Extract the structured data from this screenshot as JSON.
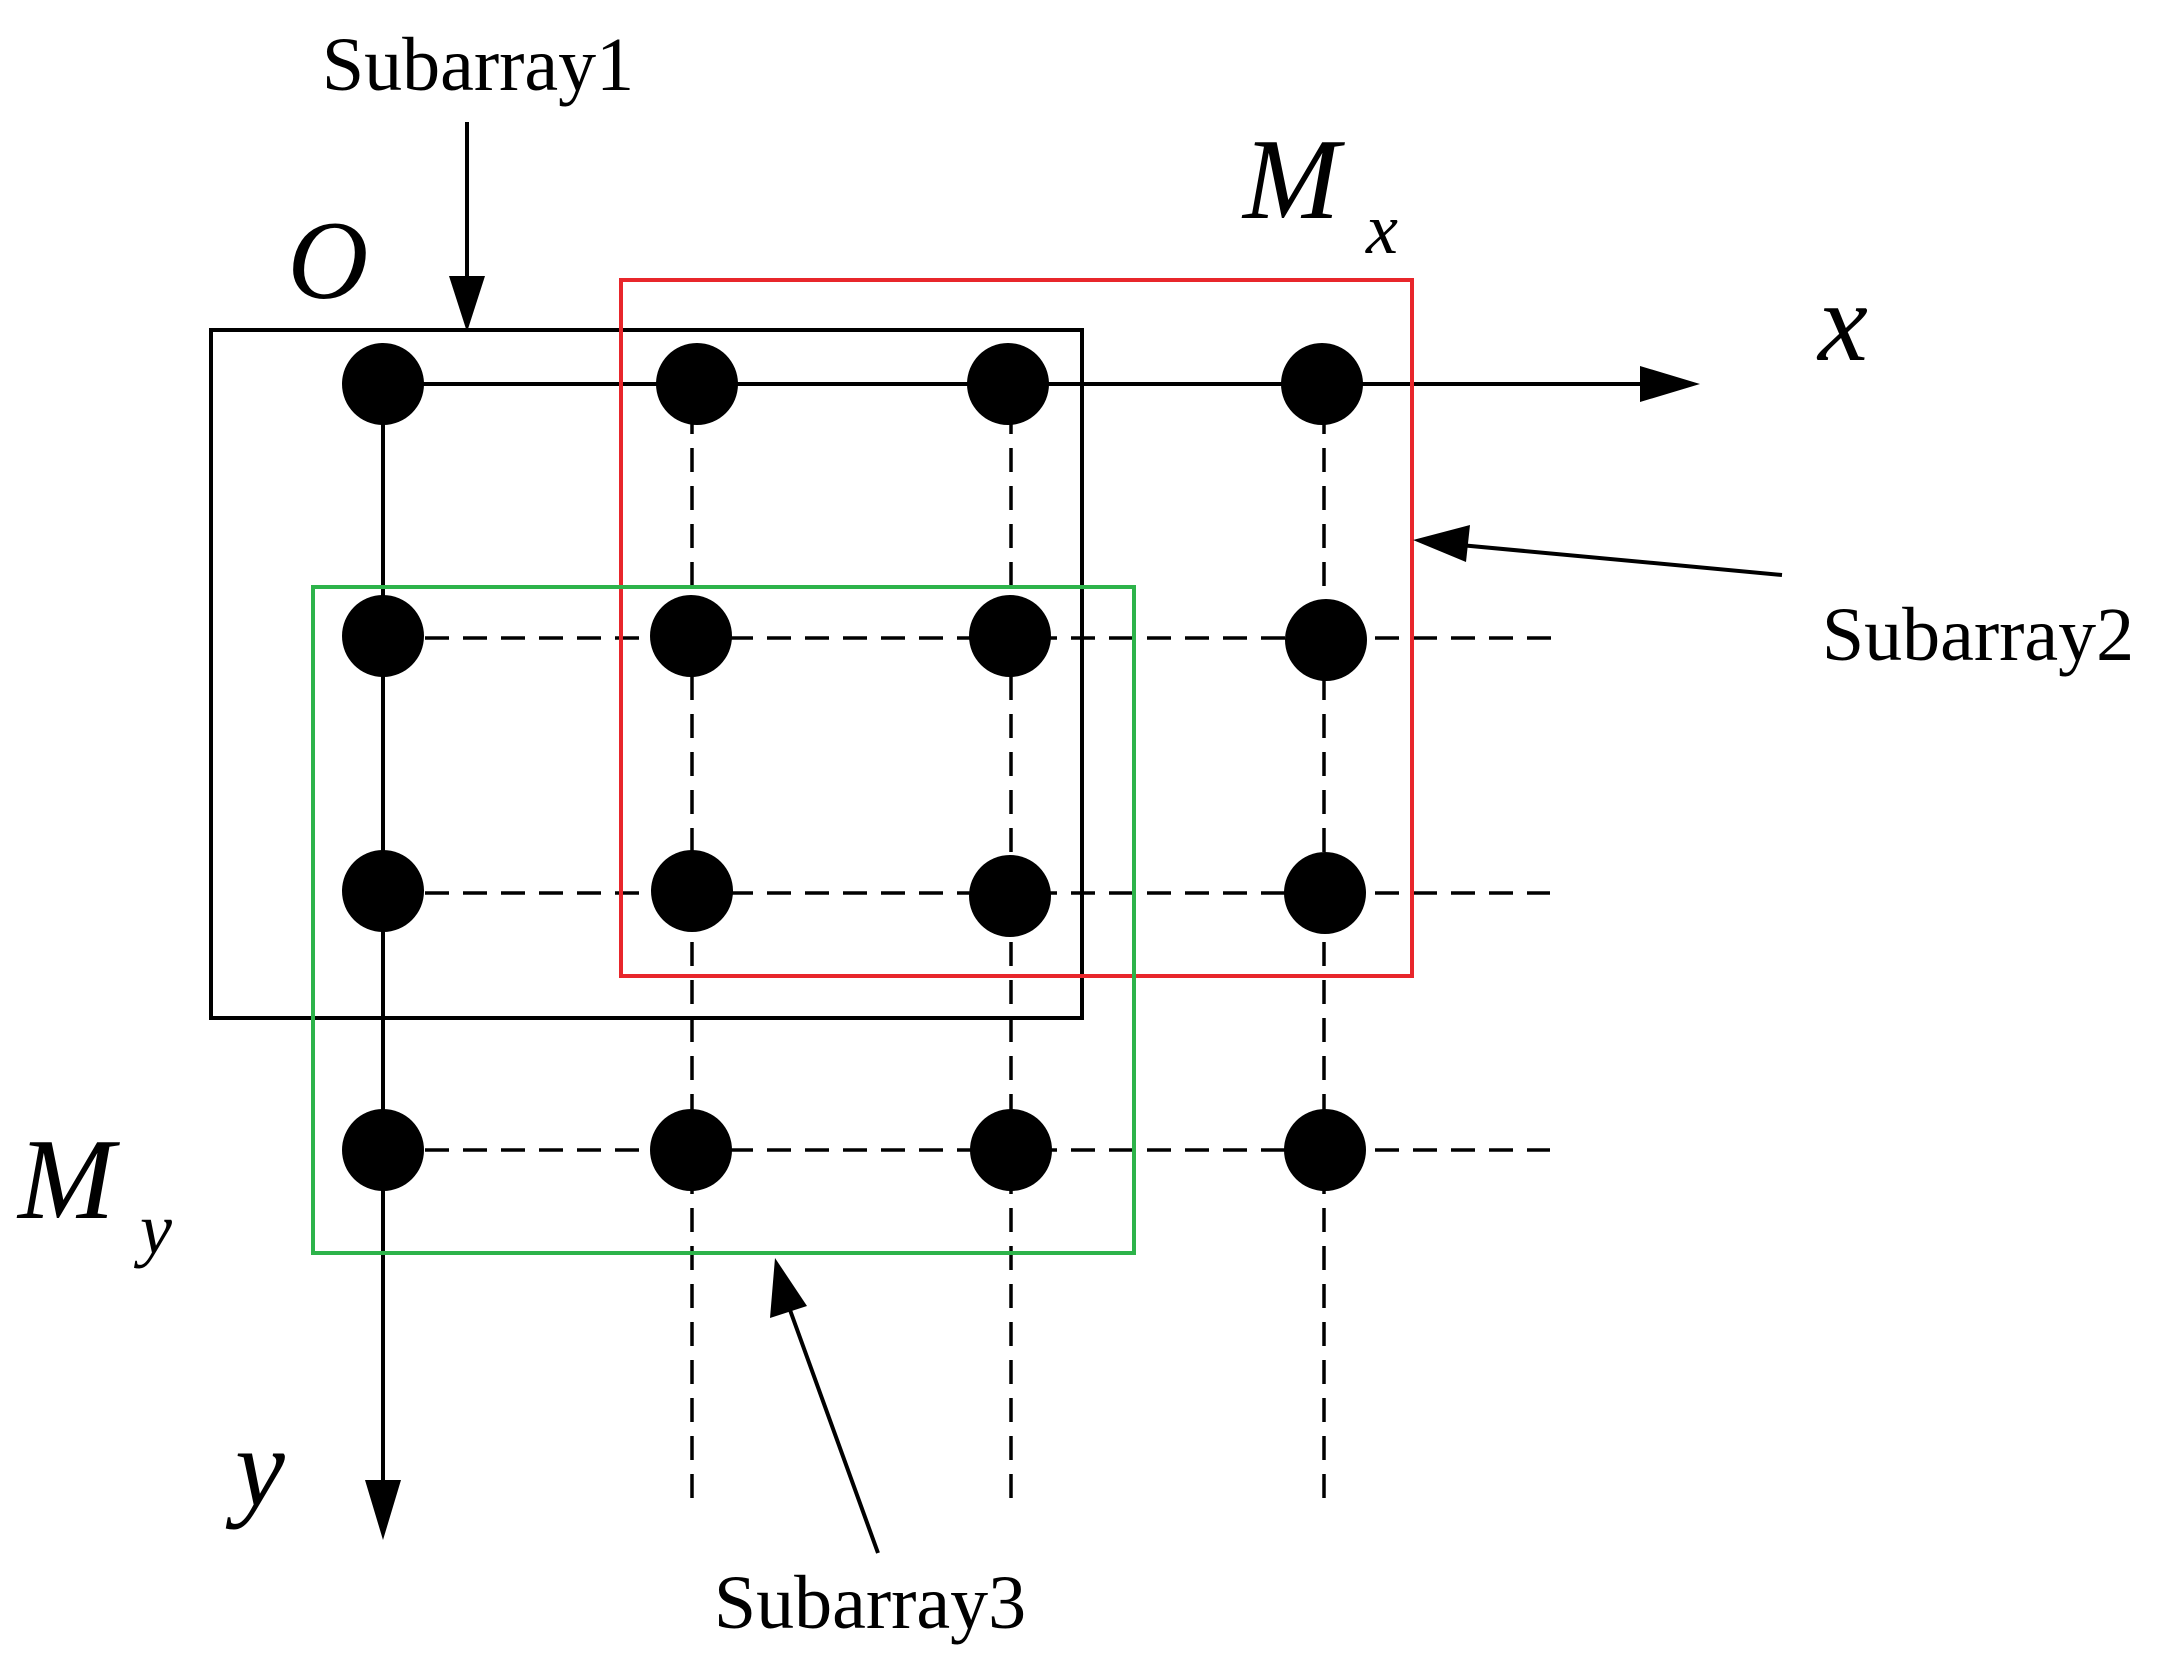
{
  "labels": {
    "subarray1": "Subarray1",
    "subarray2": "Subarray2",
    "subarray3": "Subarray3",
    "origin": "O",
    "x_axis": "x",
    "y_axis": "y",
    "mx_main": "M",
    "mx_sub": "x",
    "my_main": "M",
    "my_sub": "y"
  },
  "colors": {
    "subarray1_box": "#000000",
    "subarray2_box": "#e8262b",
    "subarray3_box": "#2db34a",
    "nodes": "#000000",
    "lines": "#000000"
  },
  "grid": {
    "columns": 4,
    "rows": 4
  }
}
